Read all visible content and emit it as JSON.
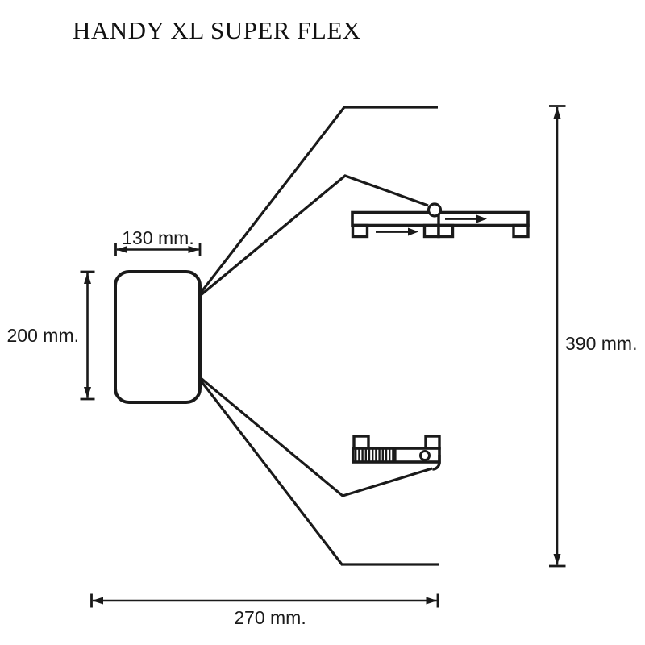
{
  "title": "HANDY XL SUPER FLEX",
  "dimensions": {
    "pad_width": "130 mm.",
    "pad_height": "200 mm.",
    "total_height": "390 mm.",
    "total_width": "270 mm."
  },
  "icons": {
    "slide_arrows": "right-arrow"
  },
  "colors": {
    "line": "#1a1a1a",
    "background": "#ffffff"
  }
}
